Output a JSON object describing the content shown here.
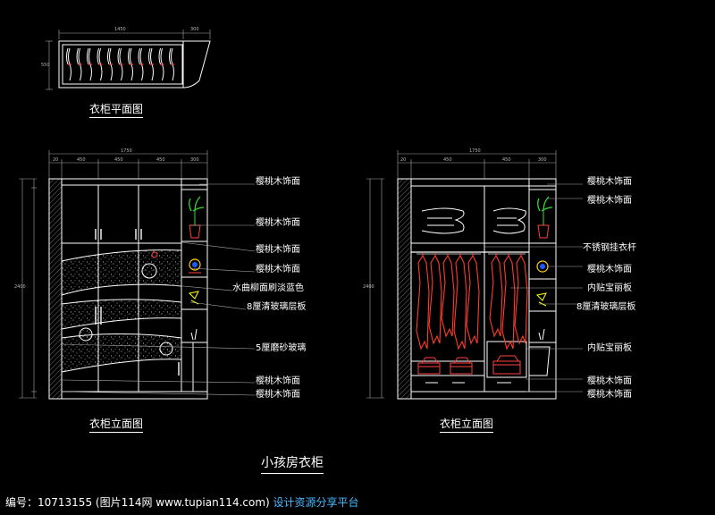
{
  "captions": {
    "plan": "衣柜平面图",
    "elevation_left": "衣柜立面图",
    "elevation_right": "衣柜立面图"
  },
  "title": "小孩房衣柜",
  "dimensions": {
    "plan_width": "1450",
    "plan_side": "300",
    "plan_depth": "550",
    "elev_total": "1750",
    "elev_height": "2400",
    "seg_a": "20",
    "seg_b": "450",
    "seg_c": "300"
  },
  "left_labels": [
    "樱桃木饰面",
    "樱桃木饰面",
    "樱桃木饰面",
    "樱桃木饰面",
    "水曲柳面刷淡蓝色",
    "8厘清玻璃层板",
    "5厘磨砂玻璃",
    "樱桃木饰面",
    "樱桃木饰面"
  ],
  "right_labels": [
    "樱桃木饰面",
    "樱桃木饰面",
    "不锈钢挂衣杆",
    "樱桃木饰面",
    "内贴宝丽板",
    "8厘清玻璃层板",
    "内贴宝丽板",
    "樱桃木饰面",
    "樱桃木饰面"
  ],
  "footer": {
    "id_text": "编号：10713155 (图片114网 www.tupian114.com)",
    "site_text": "设计资源分享平台"
  },
  "colors": {
    "background": "#000000",
    "line": "#ffffff",
    "garment": "#ff3b2f",
    "accent_red": "#ff2a2a",
    "plant": "#33dd33",
    "lamp": "#00e0ff",
    "footer_link": "#49b8ff"
  }
}
